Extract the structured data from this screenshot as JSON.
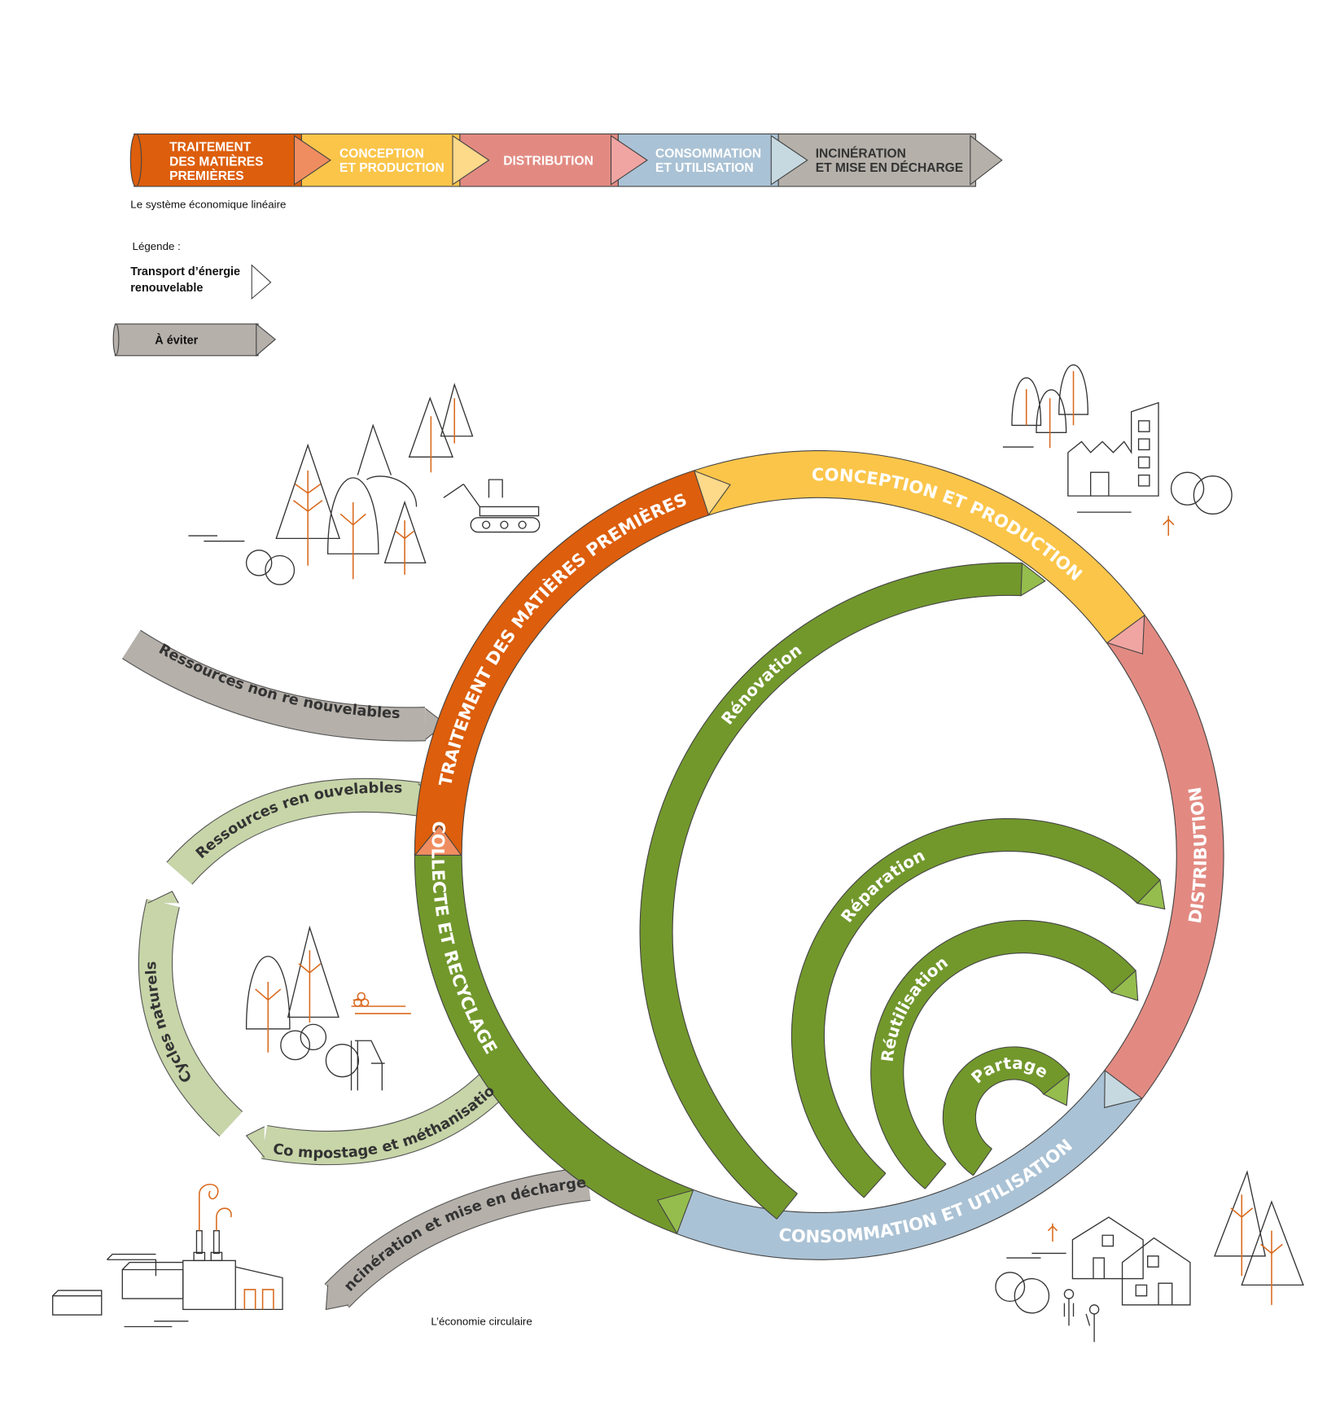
{
  "colors": {
    "traitement": "#dd5e0c",
    "conception": "#fbc54a",
    "distribution": "#e28a82",
    "consommation": "#aac2d5",
    "incineration": "#b5b0aa",
    "collecte": "#72982c",
    "renewable": "#c7d5a8",
    "illustration_accent": "#d96a1e"
  },
  "linear": {
    "caption": "Le système économique linéaire",
    "stages": [
      {
        "lines": [
          "TRAITEMENT",
          "DES MATIÈRES",
          "PREMIÈRES"
        ]
      },
      {
        "lines": [
          "CONCEPTION",
          "ET PRODUCTION"
        ]
      },
      {
        "lines": [
          "DISTRIBUTION"
        ]
      },
      {
        "lines": [
          "CONSOMMATION",
          "ET UTILISATION"
        ]
      },
      {
        "lines": [
          "INCINÉRATION",
          "ET MISE EN DÉCHARGE"
        ]
      }
    ]
  },
  "legend": {
    "title": "Légende :",
    "transport_lines": [
      "Transport d’énergie",
      "renouvelable"
    ],
    "avoid": "À éviter"
  },
  "circular": {
    "caption": "L’économie circulaire",
    "ring": {
      "traitement": "TRAITEMENT DES MATIÈRES PREMIÈRES",
      "conception": "CONCEPTION ET PRODUCTION",
      "distribution": "DISTRIBUTION",
      "consommation": "CONSOMMATION ET UTILISATION",
      "collecte": "COLLECTE ET RECYCLAGE"
    },
    "inner_loops": {
      "renovation": "Rénovation",
      "reparation": "Réparation",
      "reutilisation": "Réutilisation",
      "partage": "Partage"
    },
    "side_flows": {
      "non_renouvelables": "Ressources non re nouvelables",
      "renouvelables": "Ressources ren ouvelables",
      "cycles": "Cycles naturels",
      "compostage": "Co mpostage et méthanisation",
      "incineration": "Incinération et mise en décharge"
    }
  },
  "icons": [
    "forest-excavator-illustration",
    "factory-illustration",
    "nature-deer-illustration",
    "incinerator-plant-illustration",
    "houses-people-illustration",
    "arrow-cone-icon"
  ]
}
